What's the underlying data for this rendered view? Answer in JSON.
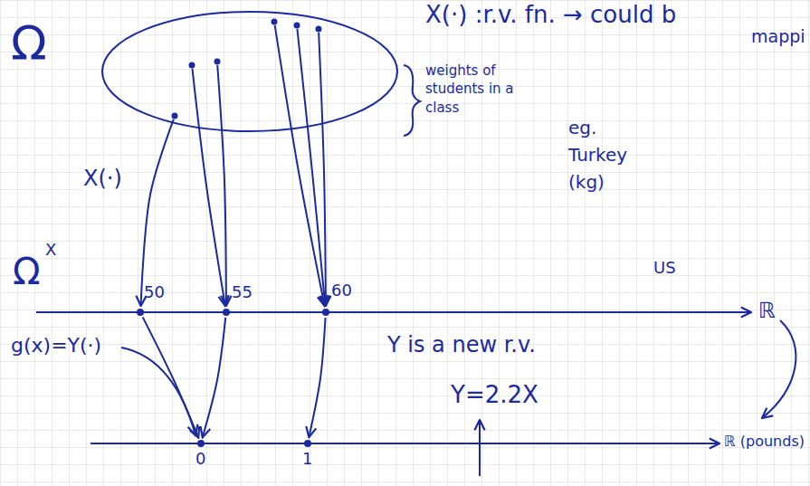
{
  "diagram": {
    "nodes": [
      {
        "text": [
          "Ω"
        ]
      },
      {
        "text": [
          "50"
        ]
      },
      {
        "text": [
          "55"
        ]
      },
      {
        "text": [
          "60"
        ]
      },
      {
        "text": [
          "0"
        ]
      },
      {
        "text": [
          "1"
        ]
      }
    ],
    "edges": [
      {
        "from": 0,
        "to": 1,
        "arrow": "to",
        "label": "X(·)"
      },
      {
        "from": 0,
        "to": 2,
        "arrow": "to"
      },
      {
        "from": 0,
        "to": 2,
        "arrow": "to"
      },
      {
        "from": 0,
        "to": 3,
        "arrow": "to"
      },
      {
        "from": 0,
        "to": 3,
        "arrow": "to"
      },
      {
        "from": 0,
        "to": 3,
        "arrow": "to"
      },
      {
        "from": 1,
        "to": 4,
        "arrow": "to"
      },
      {
        "from": 2,
        "to": 4,
        "arrow": "to"
      },
      {
        "from": 3,
        "to": 5,
        "arrow": "to"
      }
    ],
    "labels": [
      "X(·) :r.v. fn. → could b",
      "mappi",
      "weights of students in a class",
      "eg. Turkey (kg)",
      "Ω",
      "X",
      "ℝ",
      "Y is a new r.v.",
      "Y=2.2X",
      "US",
      "ℝ (pounds)",
      "g(x)=Y(·)"
    ]
  }
}
